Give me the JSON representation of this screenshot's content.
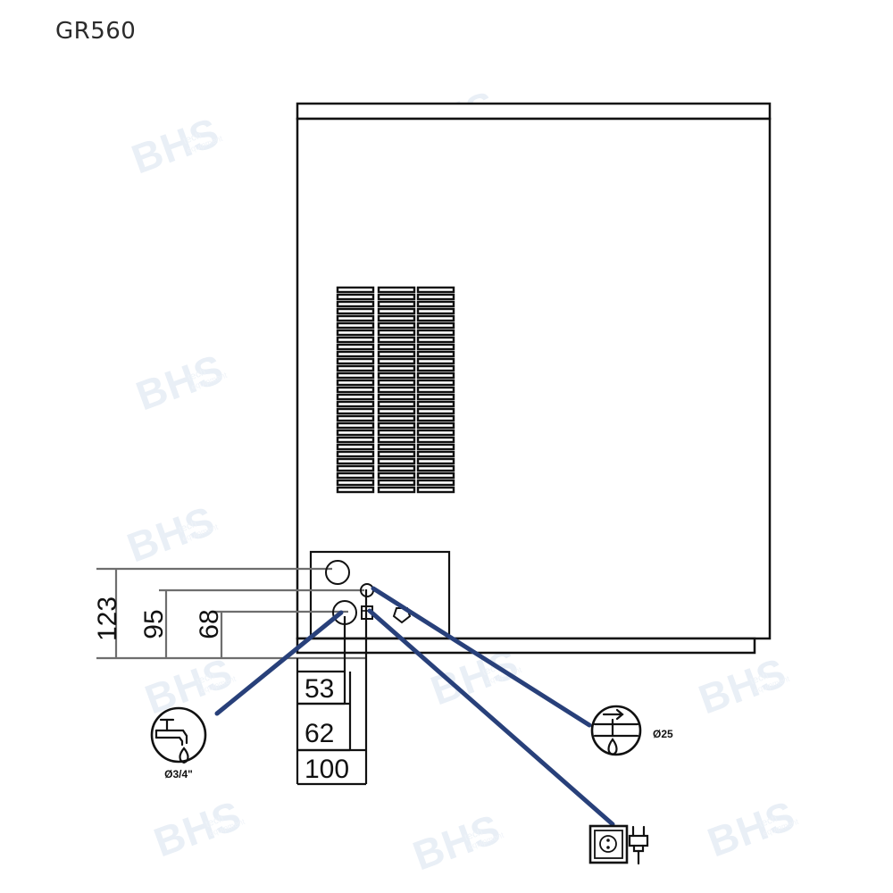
{
  "drawing": {
    "title": "GR560",
    "type": "technical-installation-drawing",
    "background_color": "#ffffff",
    "line_color": "#1a1a1a",
    "dim_line_color": "#6e6e6e",
    "leader_color": "#28407a",
    "watermark_text": "BHS",
    "watermark_color": "#e8eef5"
  },
  "vertical_dimensions": [
    {
      "value": "123"
    },
    {
      "value": "95"
    },
    {
      "value": "68"
    }
  ],
  "horizontal_dimensions": [
    {
      "value": "53"
    },
    {
      "value": "62"
    },
    {
      "value": "100"
    }
  ],
  "connections": [
    {
      "id": "water-inlet",
      "icon": "faucet-icon",
      "label": "Ø3/4\"",
      "position": "bottom-left"
    },
    {
      "id": "drain-outlet",
      "icon": "drain-icon",
      "label": "Ø25",
      "position": "bottom-right"
    },
    {
      "id": "power-supply",
      "icon": "power-socket-plug-icon",
      "label": "",
      "position": "bottom-right-lower"
    }
  ],
  "machine": {
    "body_label": "appliance-body",
    "grille_label": "ventilation-grille",
    "grille_columns": 3,
    "grille_rows": 28,
    "plinth_label": "base-plinth",
    "panel_label": "connection-panel"
  }
}
